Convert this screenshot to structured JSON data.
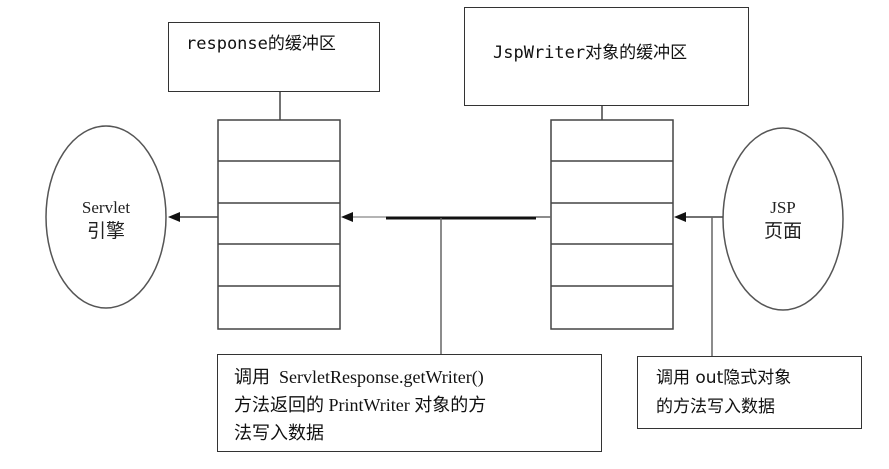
{
  "buffers": {
    "response_buffer": {
      "label": "response的缓冲区"
    },
    "jspwriter_buffer": {
      "label": "JspWriter对象的缓冲区"
    }
  },
  "nodes": {
    "servlet_engine": {
      "line1": "Servlet",
      "line2": "引擎"
    },
    "jsp_page": {
      "line1": "JSP",
      "line2": "页面"
    }
  },
  "notes": {
    "printwriter_note": {
      "line1": "调用  ServletResponse.getWriter()",
      "line2": "方法返回的 PrintWriter 对象的方",
      "line3": "法写入数据"
    },
    "out_note": {
      "line1": "调用 out隐式对象",
      "line2": "的方法写入数据"
    }
  },
  "colors": {
    "stroke": "#333333",
    "background": "#ffffff"
  }
}
